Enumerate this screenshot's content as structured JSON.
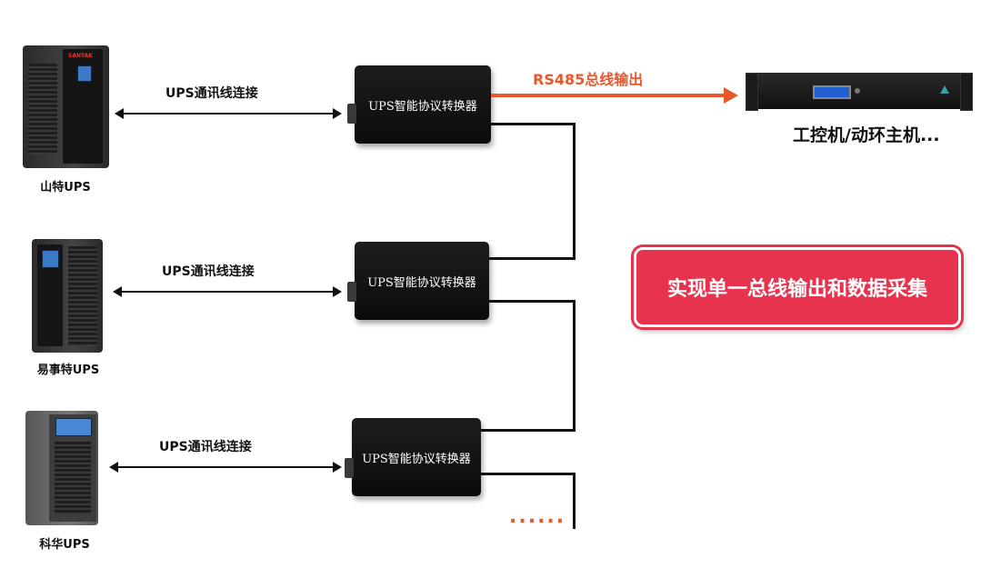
{
  "ups_units": [
    {
      "label": "山特UPS",
      "brand_text": "SANTAK"
    },
    {
      "label": "易事特UPS"
    },
    {
      "label": "科华UPS"
    }
  ],
  "connection_label": "UPS通讯线连接",
  "converter_label": "UPS智能协议转换器",
  "bus": {
    "label": "RS485总线输出",
    "color": "#e8582c"
  },
  "host": {
    "label": "工控机/动环主机..."
  },
  "badge": {
    "text": "实现单一总线输出和数据采集",
    "color": "#e8334f"
  },
  "continuation_marker": "......"
}
